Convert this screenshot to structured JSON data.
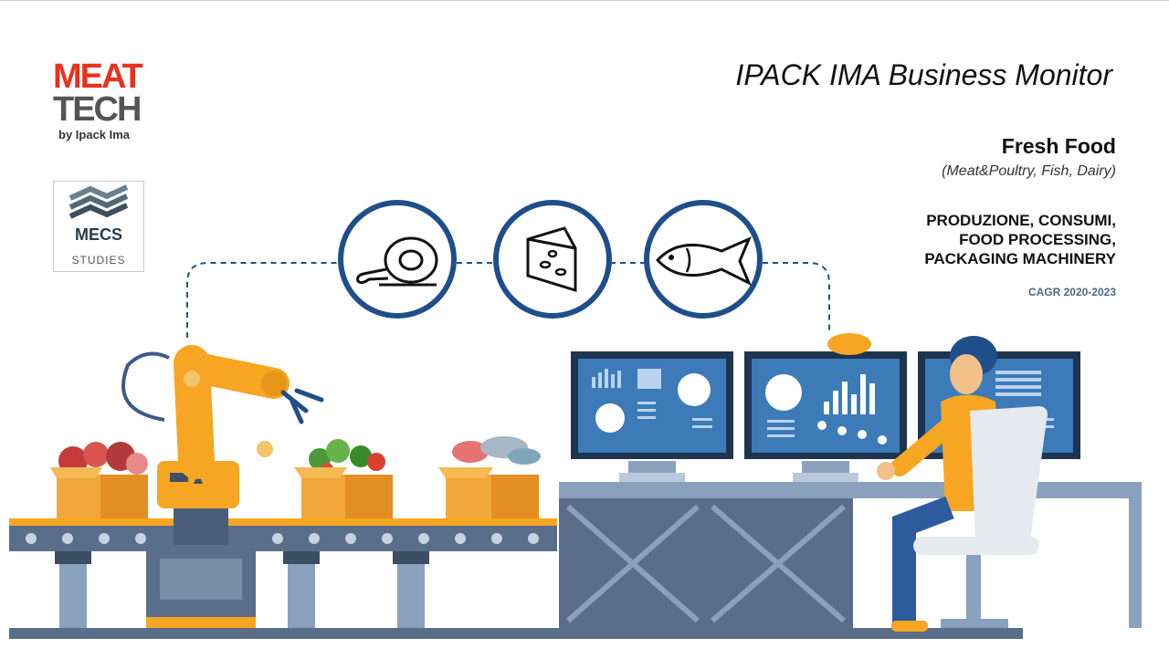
{
  "logos": {
    "meattech": {
      "line1": "MEAT",
      "line2": "TECH",
      "byline": "by Ipack Ima"
    },
    "mecs": {
      "name": "MECS",
      "sub": "STUDIES"
    }
  },
  "header": {
    "title": "IPACK IMA Business Monitor",
    "subtitle": "Fresh Food",
    "subtitle_detail": "(Meat&Poultry, Fish, Dairy)",
    "heading_lines": [
      "PRODUZIONE, CONSUMI,",
      "FOOD PROCESSING,",
      "PACKAGING MACHINERY"
    ],
    "period": "CAGR 2020-2023"
  },
  "icons": [
    "meat-icon",
    "cheese-icon",
    "fish-icon"
  ],
  "colors": {
    "brand_red": "#e8321f",
    "navy": "#1f4f8a",
    "steel": "#5a6e8a",
    "orange": "#f6a623",
    "box": "#f2a73a",
    "accent_text": "#4a6a80"
  }
}
